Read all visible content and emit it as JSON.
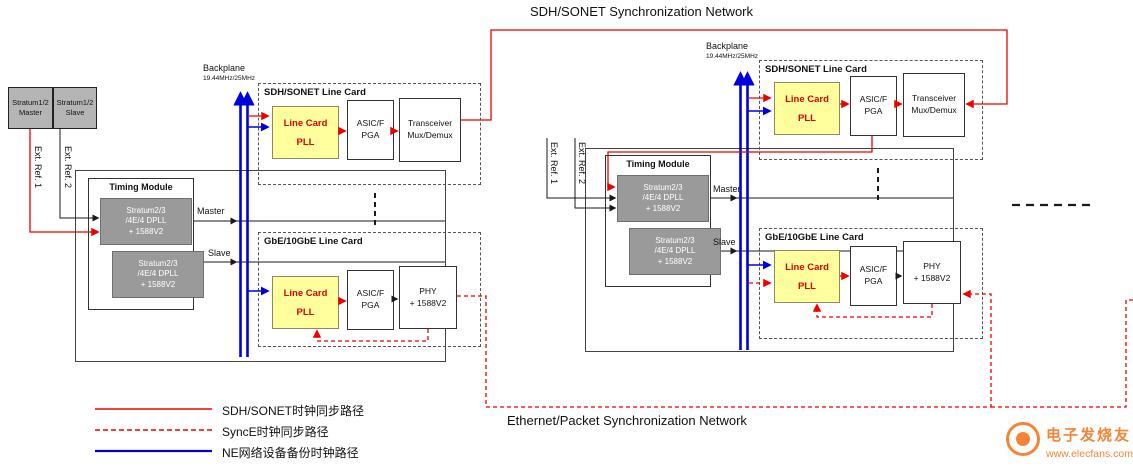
{
  "titles": {
    "top": "SDH/SONET Synchronization Network",
    "bottom": "Ethernet/Packet Synchronization Network"
  },
  "external_clocks": {
    "master_line1": "Stratum1/2",
    "master_line2": "Master",
    "slave_line1": "Stratum1/2",
    "slave_line2": "Slave"
  },
  "labels": {
    "backplane": "Backplane",
    "backplane_freq": "19.44MHz/25MHz",
    "ext_ref_1": "Ext. Ref. 1",
    "ext_ref_2": "Ext. Ref. 2",
    "timing_module": "Timing Module",
    "dpll_line1": "Stratum2/3",
    "dpll_line2": "/4E/4 DPLL",
    "dpll_line3": "+ 1588V2",
    "master": "Master",
    "slave": "Slave",
    "sdh_card_title": "SDH/SONET Line Card",
    "gbe_card_title": "GbE/10GbE Line Card",
    "line_card": "Line Card",
    "pll": "PLL",
    "asic_line1": "ASIC/F",
    "asic_line2": "PGA",
    "transceiver_line1": "Transceiver",
    "transceiver_line2": "Mux/Demux",
    "phy_line1": "PHY",
    "phy_line2": "+ 1588V2"
  },
  "legend": [
    {
      "style": "red-solid",
      "label": "SDH/SONET时钟同步路径"
    },
    {
      "style": "red-dashed",
      "label": "SyncE时钟同步路径"
    },
    {
      "style": "blue-solid",
      "label": "NE网络设备备份时钟路径"
    }
  ],
  "watermark": {
    "name": "电子发烧友",
    "url": "www.elecfans.com"
  },
  "colors": {
    "sdh_sync_path": "#ee0000",
    "synce_sync_path": "#ee0000",
    "ne_backup_path": "#0000dd",
    "pll_box_fill": "#ffff9e",
    "pll_box_text": "#e00000",
    "dpll_box_fill": "#9a9a9a",
    "stratum_box_fill": "#b5b5b5"
  }
}
